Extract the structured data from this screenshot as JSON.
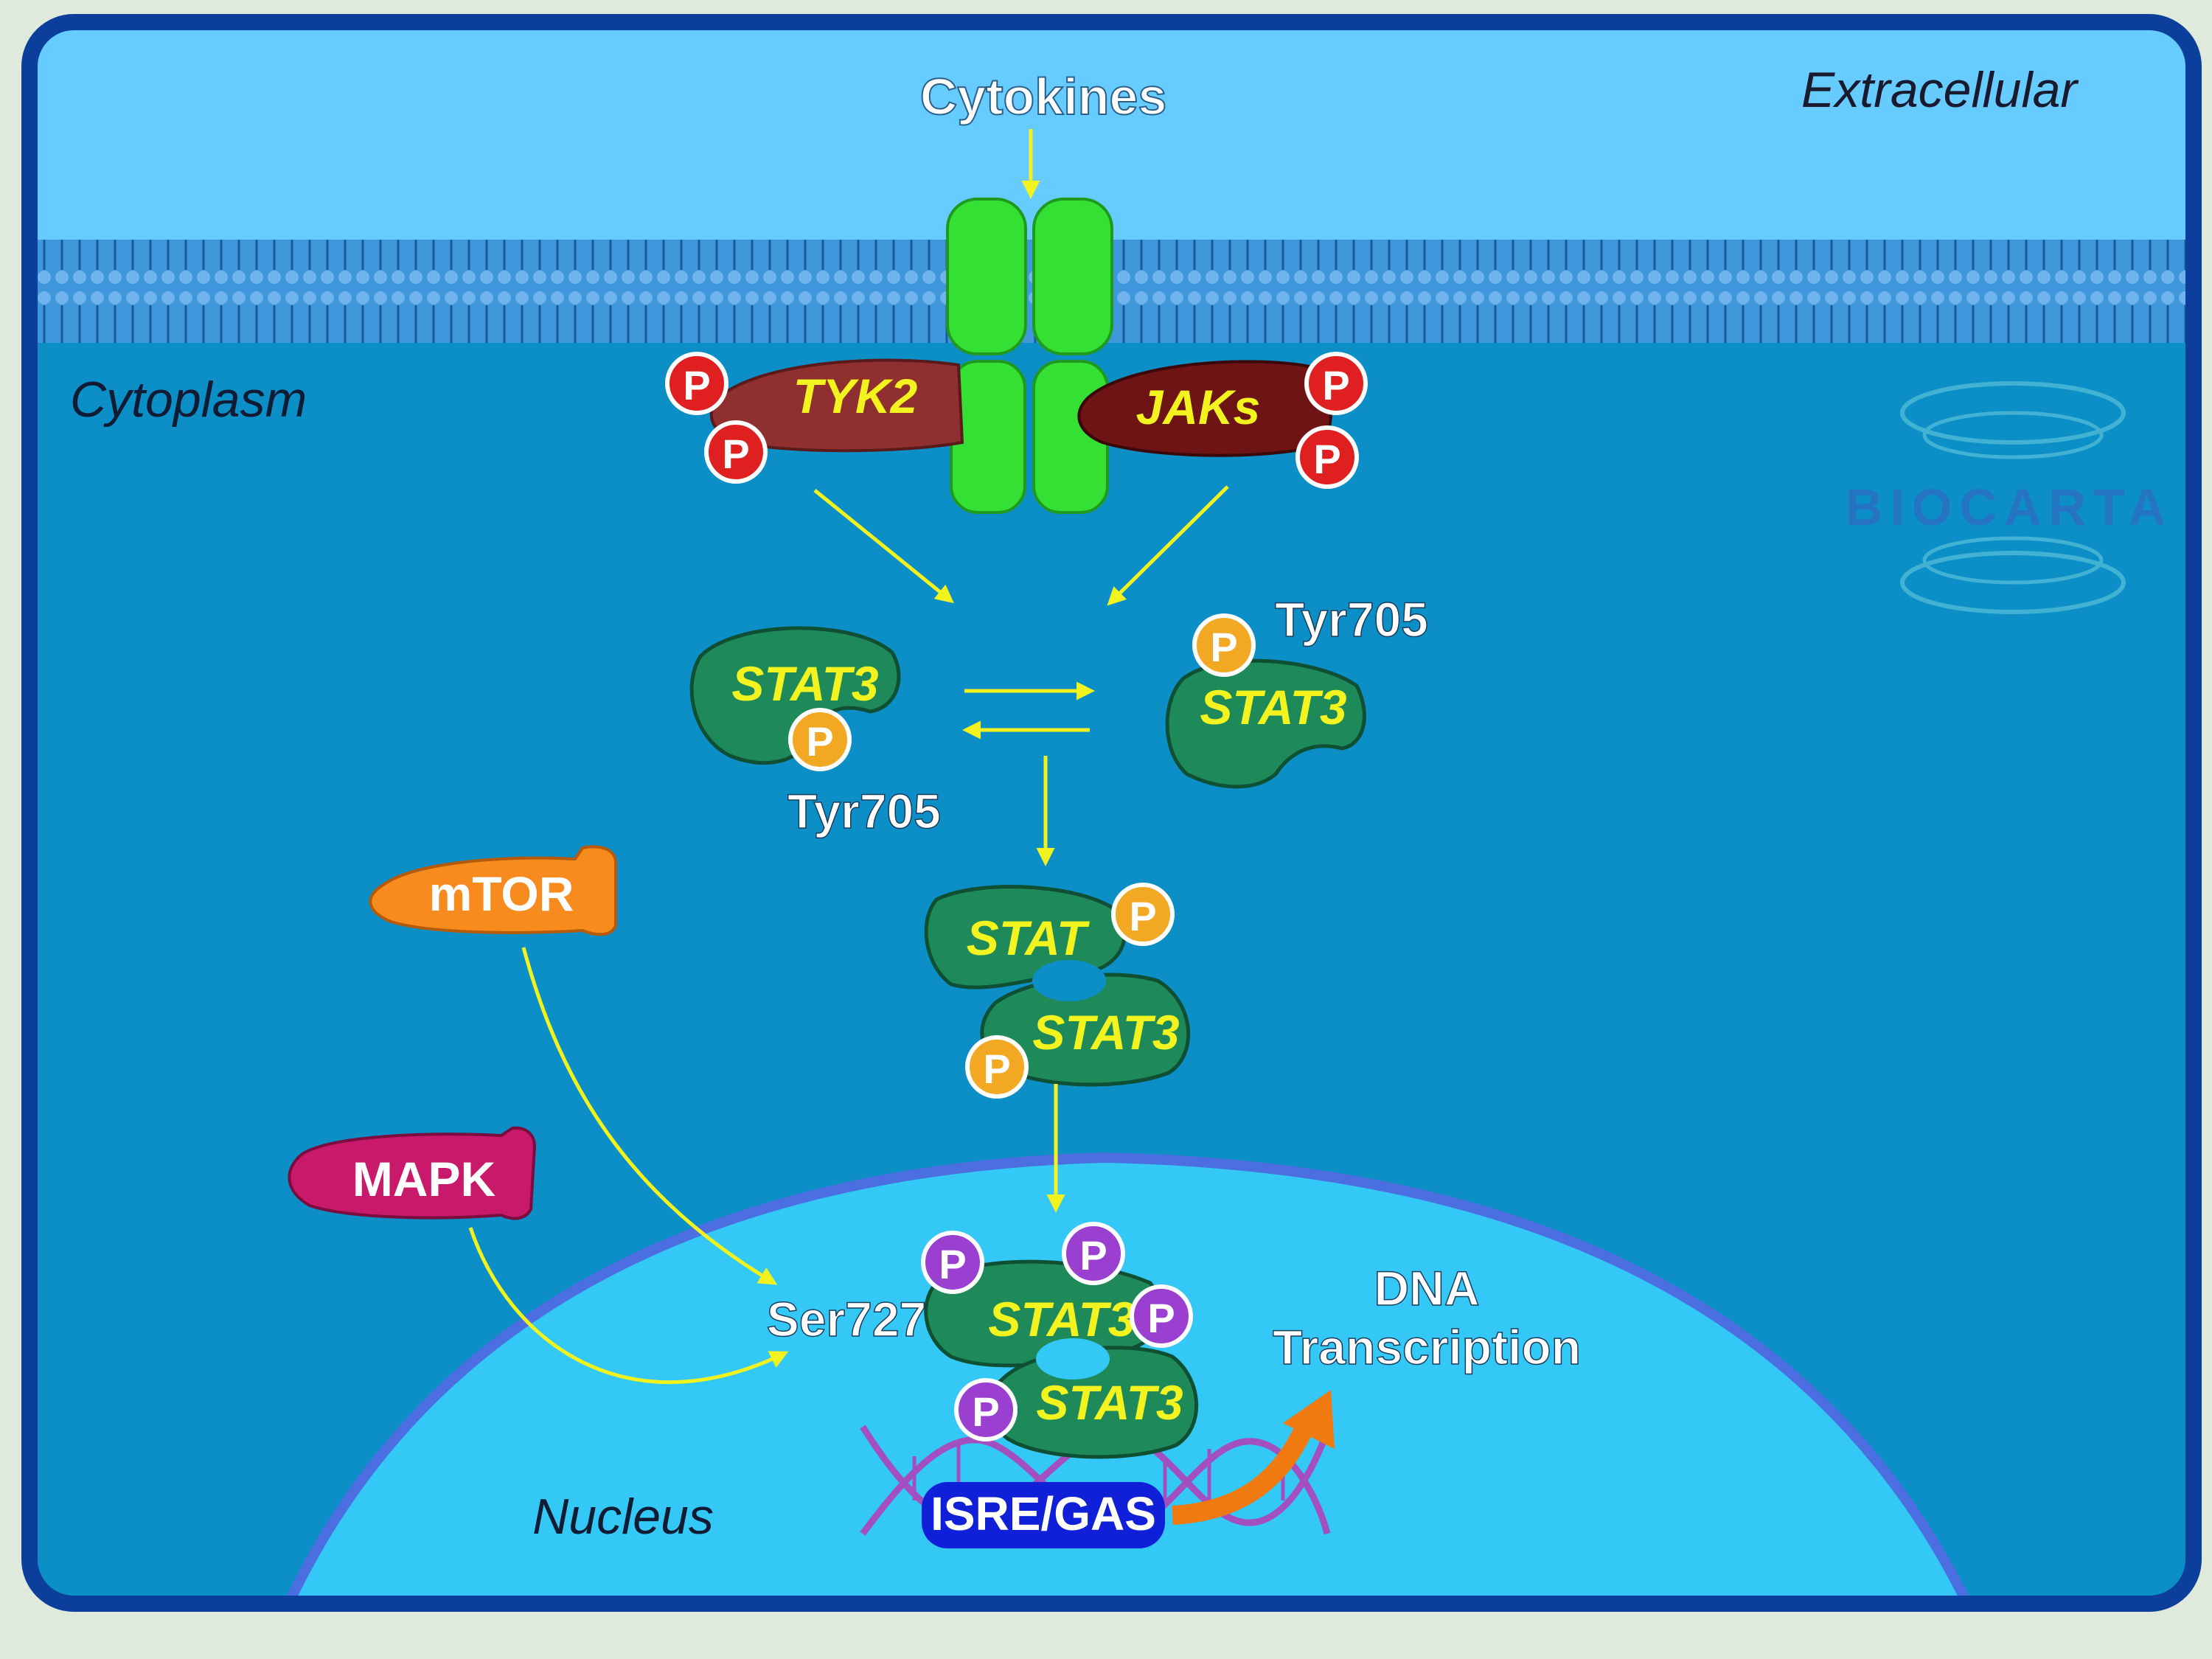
{
  "labels": {
    "cytokines": "Cytokines",
    "extracellular": "Extracellular",
    "cytoplasm": "Cytoplasm",
    "nucleus": "Nucleus",
    "tyk2": "TYK2",
    "jaks": "JAKs",
    "stat3": "STAT3",
    "stat3_partial": "STAT",
    "stat3_obscured": "STAT3",
    "tyr705": "Tyr705",
    "ser727": "Ser727",
    "mtor": "mTOR",
    "mapk": "MAPK",
    "dna_line1": "DNA",
    "dna_line2": "Transcription",
    "isre_gas": "ISRE/GAS",
    "phospho": "P",
    "watermark": "BIOCARTA"
  },
  "colors": {
    "extracellular": "#66ccff",
    "cytoplasm": "#0b8fc6",
    "nucleus": "#33c8f5",
    "membrane": "#2a8fd8",
    "receptor": "#33e033",
    "stat3": "#1e8a5a",
    "stat3_text": "#f3f31f",
    "phospho_red": "#e02020",
    "phospho_orange": "#f2a823",
    "phospho_purple": "#9a3fd0",
    "mtor": "#f78b1e",
    "mapk": "#c8196a",
    "tyk2": "#8f2f2f",
    "jaks": "#6e1414",
    "arrow": "#f2f21e",
    "frame": "#0c3f9c"
  }
}
